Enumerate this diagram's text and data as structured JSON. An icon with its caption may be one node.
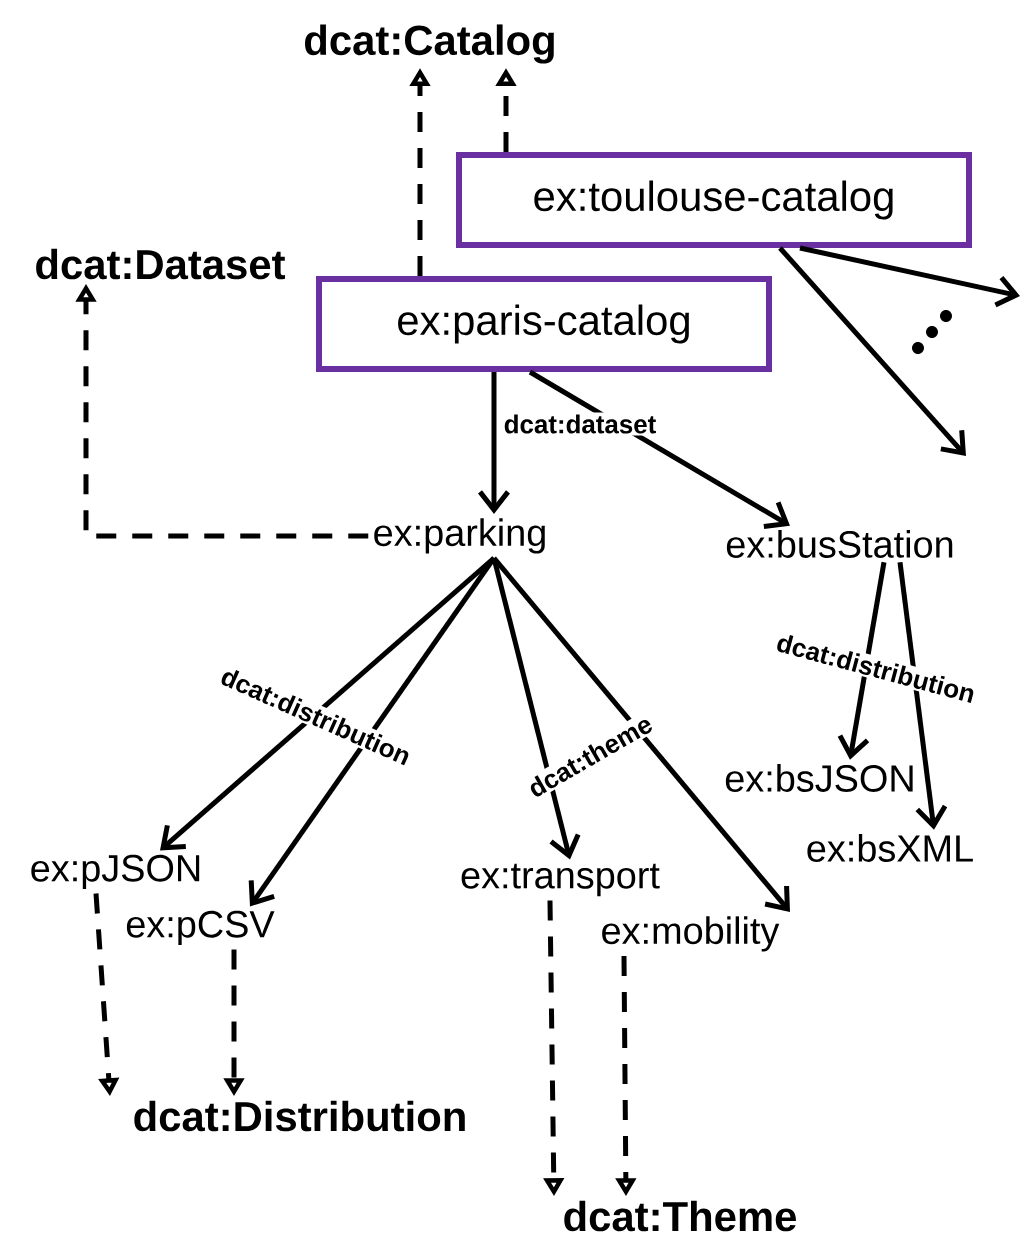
{
  "diagram": {
    "nodes": [
      {
        "text": [
          "dcat:Catalog"
        ]
      },
      {
        "text": [
          "dcat:Dataset"
        ]
      },
      {
        "text": [
          "ex:toulouse-catalog"
        ]
      },
      {
        "text": [
          "ex:paris-catalog"
        ]
      },
      {
        "text": [
          "ex:parking"
        ]
      },
      {
        "text": [
          "ex:busStation"
        ]
      },
      {
        "text": [
          "ex:pJSON"
        ]
      },
      {
        "text": [
          "ex:pCSV"
        ]
      },
      {
        "text": [
          "ex:transport"
        ]
      },
      {
        "text": [
          "ex:mobility"
        ]
      },
      {
        "text": [
          "ex:bsJSON"
        ]
      },
      {
        "text": [
          "ex:bsXML"
        ]
      },
      {
        "text": [
          "dcat:Distribution"
        ]
      },
      {
        "text": [
          "dcat:Theme"
        ]
      }
    ],
    "edges": [
      {
        "from": 3,
        "to": 0,
        "arrow": "to",
        "style": "dashed"
      },
      {
        "from": 2,
        "to": 0,
        "arrow": "to",
        "style": "dashed"
      },
      {
        "from": 4,
        "to": 1,
        "arrow": "to",
        "style": "dashed"
      },
      {
        "from": 3,
        "to": 4,
        "arrow": "to",
        "label": "dcat:dataset"
      },
      {
        "from": 3,
        "to": 5,
        "arrow": "to"
      },
      {
        "from": 2,
        "to": null,
        "arrow": "to"
      },
      {
        "from": 2,
        "to": null,
        "arrow": "to"
      },
      {
        "from": 4,
        "to": 6,
        "arrow": "to",
        "label": "dcat:distribution"
      },
      {
        "from": 4,
        "to": 7,
        "arrow": "to"
      },
      {
        "from": 4,
        "to": 8,
        "arrow": "to",
        "label": "dcat:theme"
      },
      {
        "from": 4,
        "to": 9,
        "arrow": "to"
      },
      {
        "from": 5,
        "to": 10,
        "arrow": "to",
        "label": "dcat:distribution"
      },
      {
        "from": 5,
        "to": 11,
        "arrow": "to"
      },
      {
        "from": 6,
        "to": 12,
        "arrow": "to",
        "style": "dashed"
      },
      {
        "from": 7,
        "to": 12,
        "arrow": "to",
        "style": "dashed"
      },
      {
        "from": 8,
        "to": 13,
        "arrow": "to",
        "style": "dashed"
      },
      {
        "from": 9,
        "to": 13,
        "arrow": "to",
        "style": "dashed"
      }
    ]
  }
}
